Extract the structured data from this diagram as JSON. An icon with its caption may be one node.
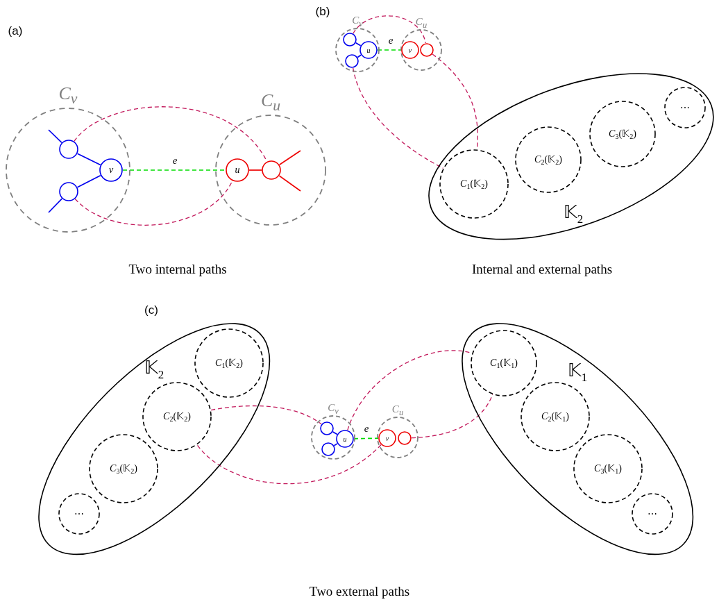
{
  "diagram": {
    "nodes": [
      {
        "text": [
          "C$_{v}$"
        ]
      },
      {
        "text": [
          "C$_{u}$"
        ]
      },
      {
        "text": [
          "v"
        ],
        "in": 0
      },
      {
        "text": [],
        "shape": "circle",
        "in": 0
      },
      {
        "text": [],
        "shape": "circle",
        "in": 0
      },
      {
        "text": [
          "u"
        ],
        "in": 1
      },
      {
        "text": [],
        "shape": "circle",
        "in": 1
      },
      {
        "text": [
          "C$_{v}$"
        ]
      },
      {
        "text": [
          "C$_{u}$"
        ]
      },
      {
        "text": [
          "u"
        ],
        "in": 7
      },
      {
        "text": [],
        "shape": "circle",
        "in": 7
      },
      {
        "text": [],
        "shape": "circle",
        "in": 7
      },
      {
        "text": [
          "v"
        ],
        "in": 8
      },
      {
        "text": [],
        "shape": "circle",
        "in": 8
      },
      {
        "text": [
          "𝕂$_{2}$"
        ]
      },
      {
        "text": [
          "*C*$_{1}$(𝕂$_{2}$)"
        ],
        "in": 14
      },
      {
        "text": [
          "*C*$_{2}$(𝕂$_{2}$)"
        ],
        "in": 14
      },
      {
        "text": [
          "*C*$_{3}$(𝕂$_{2}$)"
        ],
        "in": 14
      },
      {
        "text": [
          "⋯"
        ],
        "in": 14
      },
      {
        "text": [
          "𝕂$_{2}$"
        ]
      },
      {
        "text": [
          "*C*$_{1}$(𝕂$_{2}$)"
        ],
        "in": 19
      },
      {
        "text": [
          "*C*$_{2}$(𝕂$_{2}$)"
        ],
        "in": 19
      },
      {
        "text": [
          "*C*$_{3}$(𝕂$_{2}$)"
        ],
        "in": 19
      },
      {
        "text": [
          "⋯"
        ],
        "in": 19
      },
      {
        "text": [
          "C$_{v}$"
        ]
      },
      {
        "text": [
          "C$_{u}$"
        ]
      },
      {
        "text": [
          "u"
        ],
        "in": 24
      },
      {
        "text": [],
        "shape": "circle",
        "in": 24
      },
      {
        "text": [],
        "shape": "circle",
        "in": 24
      },
      {
        "text": [
          "v"
        ],
        "in": 25
      },
      {
        "text": [],
        "shape": "circle",
        "in": 25
      },
      {
        "text": [
          "𝕂$_{1}$"
        ]
      },
      {
        "text": [
          "*C*$_{1}$(𝕂$_{1}$)"
        ],
        "in": 31
      },
      {
        "text": [
          "*C*$_{2}$(𝕂$_{1}$)"
        ],
        "in": 31
      },
      {
        "text": [
          "*C*$_{3}$(𝕂$_{1}$)"
        ],
        "in": 31
      },
      {
        "text": [
          "⋯"
        ],
        "in": 31
      }
    ],
    "edges": [
      {
        "from": 2,
        "to": 5,
        "arrow": "none",
        "label": "e",
        "style": "dashed",
        "color": "#00dd00"
      },
      {
        "from": 3,
        "to": 2,
        "arrow": "none",
        "color": "#0000ee"
      },
      {
        "from": 4,
        "to": 2,
        "arrow": "none",
        "color": "#0000ee"
      },
      {
        "from": 3,
        "to": null,
        "arrow": "none",
        "color": "#0000ee"
      },
      {
        "from": 4,
        "to": null,
        "arrow": "none",
        "color": "#0000ee"
      },
      {
        "from": 5,
        "to": 6,
        "arrow": "none",
        "color": "#ee0000"
      },
      {
        "from": 6,
        "to": null,
        "arrow": "none",
        "color": "#ee0000"
      },
      {
        "from": 6,
        "to": null,
        "arrow": "none",
        "color": "#ee0000"
      },
      {
        "from": 3,
        "to": 6,
        "arrow": "none",
        "style": "dashed"
      },
      {
        "from": 4,
        "to": 5,
        "arrow": "none",
        "style": "dashed"
      },
      {
        "from": 9,
        "to": 12,
        "arrow": "none",
        "label": "e",
        "style": "dashed",
        "color": "#00dd00"
      },
      {
        "from": 10,
        "to": 9,
        "arrow": "none",
        "color": "#0000ee"
      },
      {
        "from": 11,
        "to": 9,
        "arrow": "none",
        "color": "#0000ee"
      },
      {
        "from": 10,
        "to": 13,
        "arrow": "none",
        "style": "dashed"
      },
      {
        "from": 13,
        "to": 15,
        "arrow": "none",
        "style": "dashed"
      },
      {
        "from": 11,
        "to": 15,
        "arrow": "none",
        "style": "dashed"
      },
      {
        "from": 26,
        "to": 29,
        "arrow": "none",
        "label": "e",
        "style": "dashed",
        "color": "#00dd00"
      },
      {
        "from": 27,
        "to": 26,
        "arrow": "none",
        "color": "#0000ee"
      },
      {
        "from": 28,
        "to": 26,
        "arrow": "none",
        "color": "#0000ee"
      },
      {
        "from": 21,
        "to": 27,
        "arrow": "none",
        "style": "dashed"
      },
      {
        "from": 26,
        "to": 32,
        "arrow": "none",
        "style": "dashed"
      },
      {
        "from": 29,
        "to": 21,
        "arrow": "none",
        "style": "dashed"
      },
      {
        "from": 30,
        "to": 32,
        "arrow": "none",
        "style": "dashed"
      }
    ],
    "labels": [
      "(a)",
      "(b)",
      "(c)",
      "Two internal paths",
      "Internal and external paths",
      "Two external paths"
    ]
  }
}
